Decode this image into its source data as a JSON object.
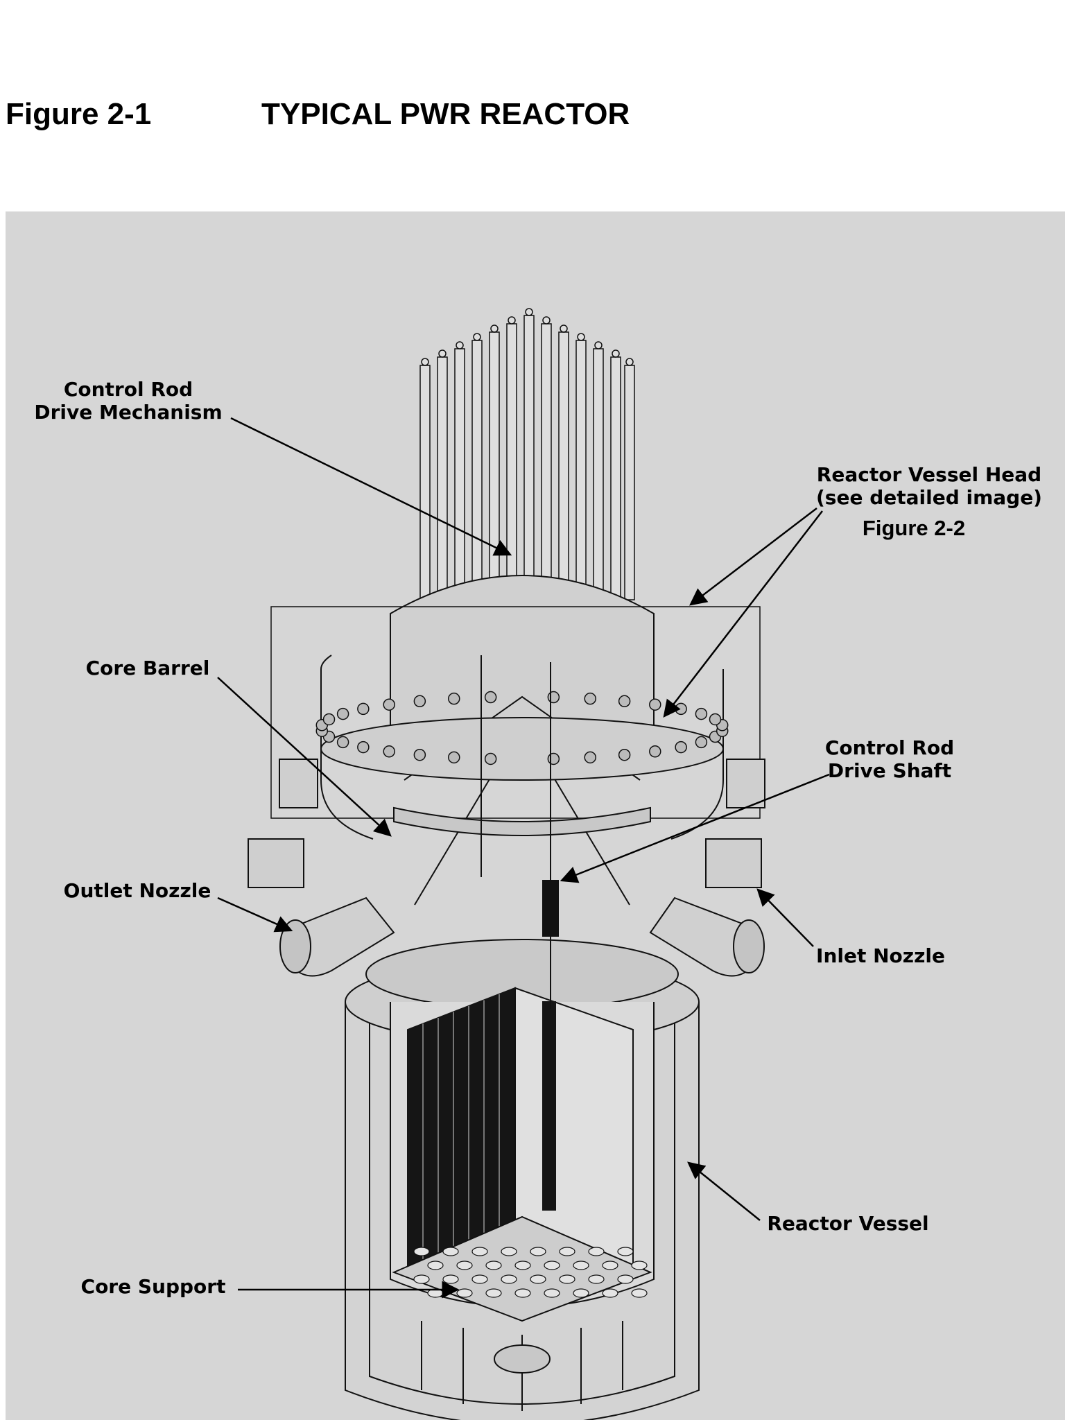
{
  "header": {
    "figure_number": "Figure 2-1",
    "figure_title": "TYPICAL PWR REACTOR"
  },
  "labels": {
    "crdm_line1": "Control Rod",
    "crdm_line2": "Drive Mechanism",
    "head_line1": "Reactor Vessel Head",
    "head_line2": "(see detailed image)",
    "head_ref": "Figure 2-2",
    "core_barrel": "Core Barrel",
    "crds_line1": "Control Rod",
    "crds_line2": "Drive Shaft",
    "outlet_nozzle": "Outlet Nozzle",
    "inlet_nozzle": "Inlet Nozzle",
    "reactor_vessel": "Reactor Vessel",
    "core_support": "Core Support"
  },
  "colors": {
    "panel_background": "#d6d6d6",
    "line": "#111111",
    "fuel_dark": "#151515"
  }
}
